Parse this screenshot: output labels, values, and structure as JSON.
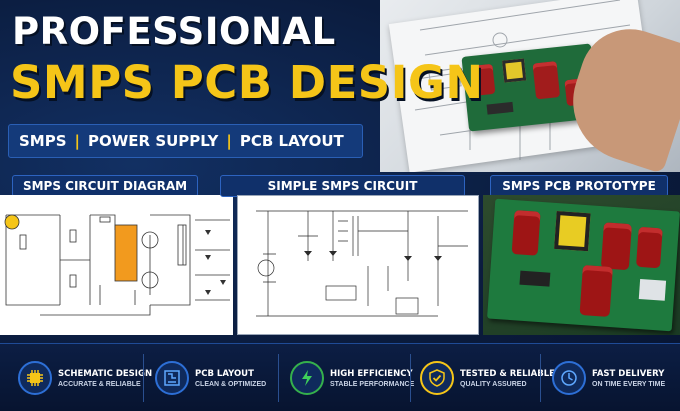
{
  "title": {
    "line1": "PROFESSIONAL",
    "line2": "SMPS PCB DESIGN"
  },
  "tags": [
    "SMPS",
    "POWER SUPPLY",
    "PCB LAYOUT"
  ],
  "panels": {
    "circuit_diagram": "SMPS CIRCUIT DIAGRAM",
    "simple_circuit": "SIMPLE SMPS CIRCUIT",
    "prototype": "SMPS PCB PROTOTYPE"
  },
  "features": [
    {
      "title": "SCHEMATIC DESIGN",
      "subtitle": "ACCURATE & RELIABLE",
      "icon": "chip-icon"
    },
    {
      "title": "PCB LAYOUT",
      "subtitle": "CLEAN & OPTIMIZED",
      "icon": "pcb-layout-icon"
    },
    {
      "title": "HIGH EFFICIENCY",
      "subtitle": "STABLE PERFORMANCE",
      "icon": "lightning-icon"
    },
    {
      "title": "TESTED & RELIABLE",
      "subtitle": "QUALITY ASSURED",
      "icon": "shield-check-icon"
    },
    {
      "title": "FAST DELIVERY",
      "subtitle": "ON TIME EVERY TIME",
      "icon": "clock-icon"
    }
  ],
  "colors": {
    "background": "#0b1c3e",
    "accent_yellow": "#f5c518",
    "accent_blue": "#2d6fd6",
    "pcb_green": "#1e7a3e"
  }
}
